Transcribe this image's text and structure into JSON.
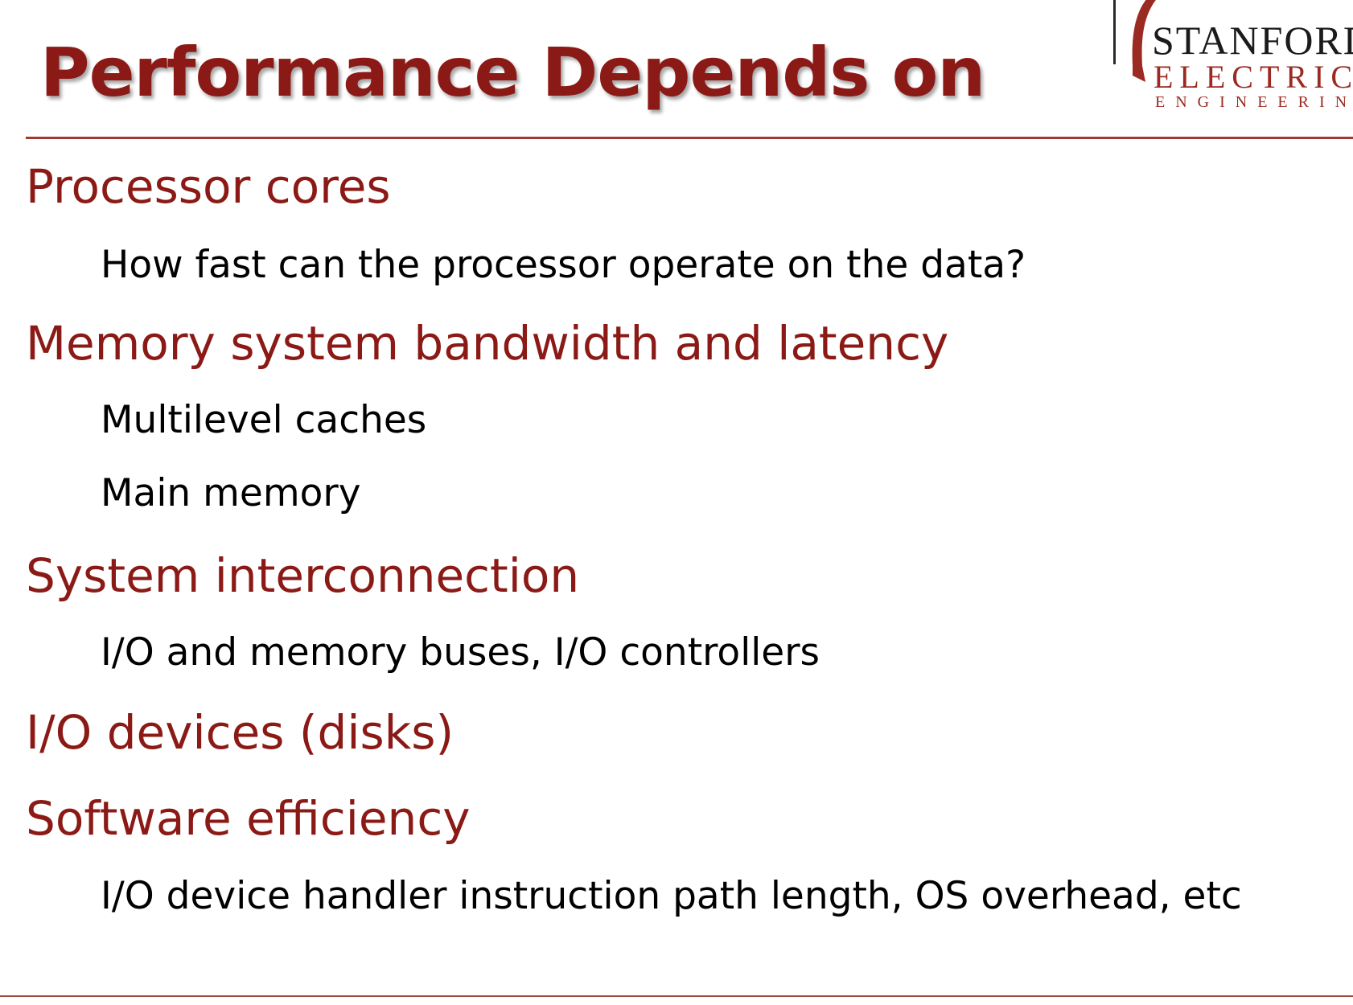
{
  "slide": {
    "title": "Performance Depends on",
    "logo": {
      "line1": "STANFORD",
      "line2": "ELECTRICAL",
      "line3": "ENGINEERING",
      "color_accent": "#9b2a22"
    },
    "items": [
      {
        "level": 1,
        "text": "Processor cores"
      },
      {
        "level": 2,
        "text": "How fast can the processor operate on the data?"
      },
      {
        "level": 1,
        "text": "Memory system bandwidth and latency"
      },
      {
        "level": 2,
        "text": "Multilevel caches"
      },
      {
        "level": 2,
        "text": "Main memory"
      },
      {
        "level": 1,
        "text": "System interconnection"
      },
      {
        "level": 2,
        "text": "I/O and memory buses, I/O controllers"
      },
      {
        "level": 1,
        "text": "I/O devices (disks)"
      },
      {
        "level": 1,
        "text": "Software efficiency"
      },
      {
        "level": 2,
        "text": "I/O device handler instruction path length, OS overhead, etc"
      }
    ],
    "colors": {
      "heading": "#8b1a16",
      "body": "#000000",
      "rule": "#a03a30"
    }
  }
}
